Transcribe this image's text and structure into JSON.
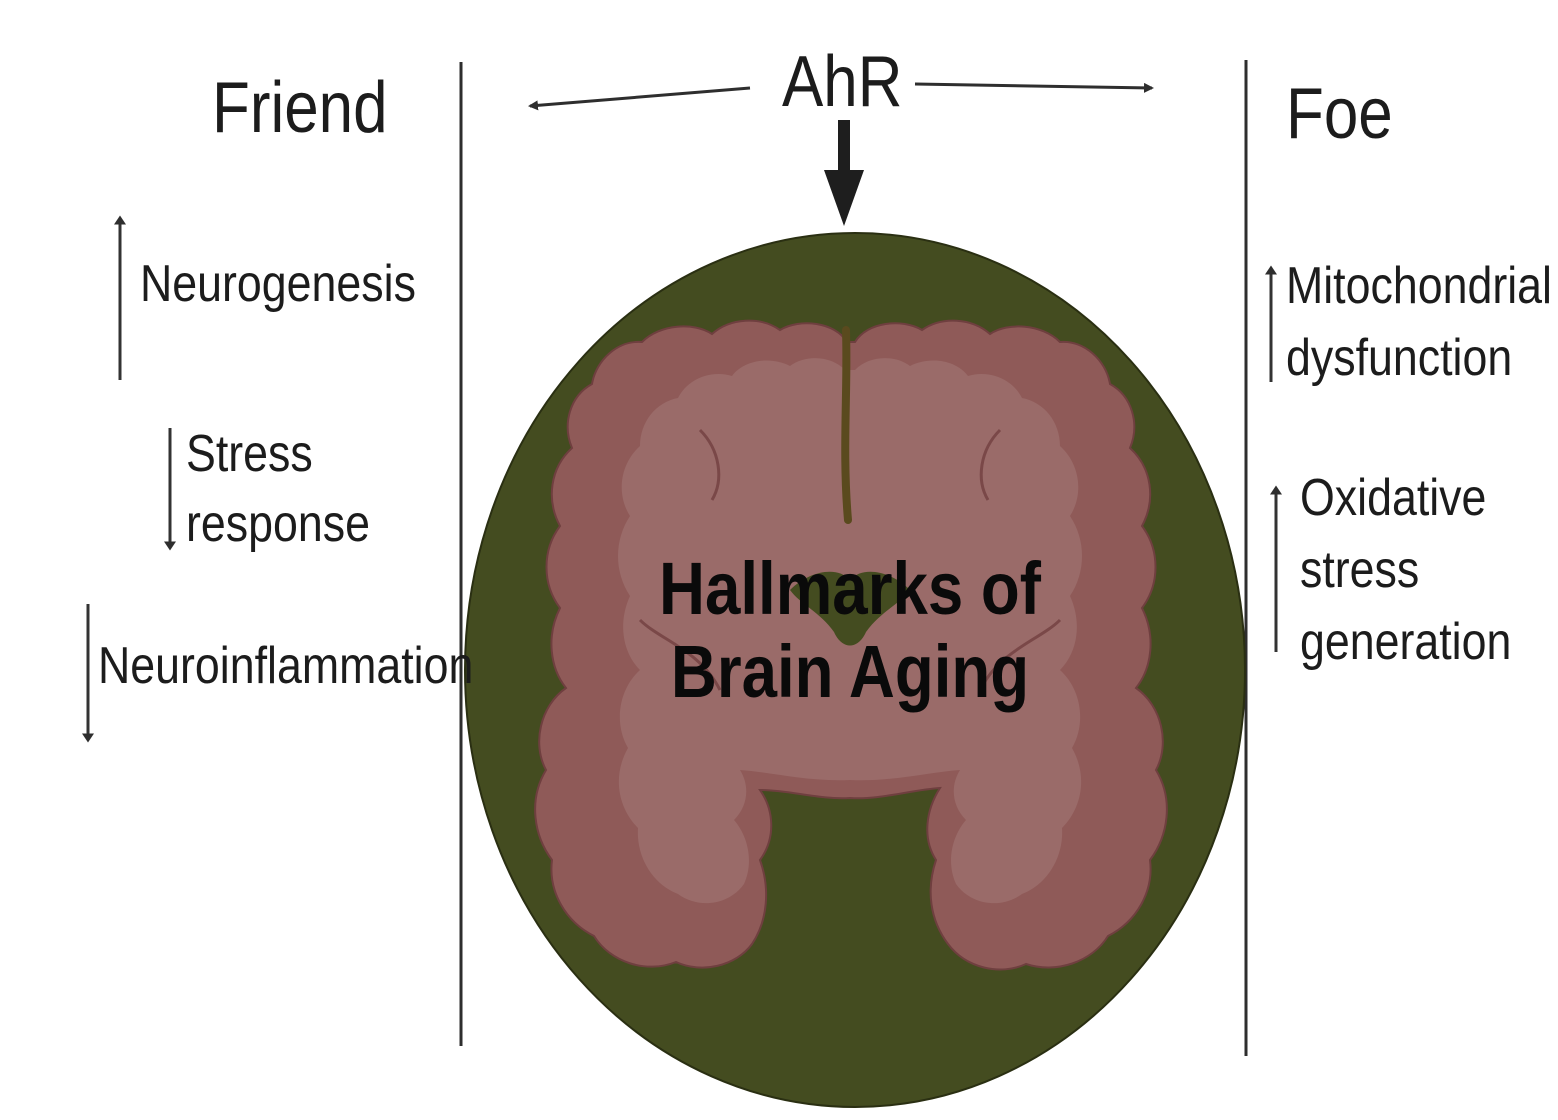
{
  "center": {
    "receptor": "AhR",
    "title_line1": "Hallmarks of",
    "title_line2": "Brain Aging"
  },
  "friend": {
    "heading": "Friend",
    "items": [
      {
        "direction": "up",
        "text": "Neurogenesis"
      },
      {
        "direction": "down",
        "line1": "Stress",
        "line2": "response"
      },
      {
        "direction": "down",
        "text": "Neuroinflammation"
      }
    ]
  },
  "foe": {
    "heading": "Foe",
    "items": [
      {
        "direction": "up",
        "line1": "Mitochondrial",
        "line2": "dysfunction"
      },
      {
        "direction": "up",
        "line1": "Oxidative",
        "line2": "stress",
        "line3": "generation"
      }
    ]
  },
  "colors": {
    "circle_fill": "#444c20",
    "brain_outer": "#8f5a58",
    "brain_inner": "#9a6b69",
    "text": "#1c1c1c",
    "lines": "#2e2e2e"
  }
}
